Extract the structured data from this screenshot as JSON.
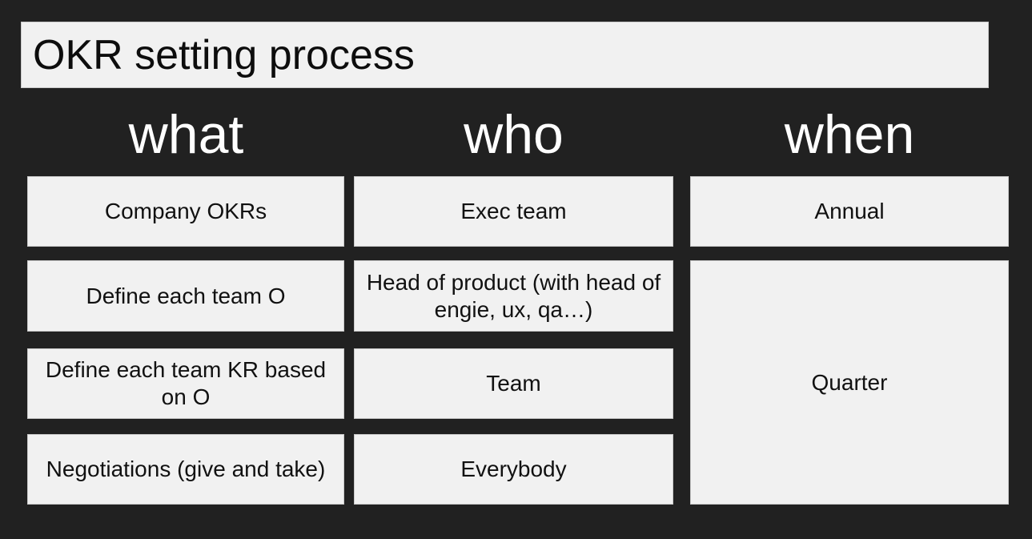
{
  "slide": {
    "title": "OKR setting process",
    "background_color": "#212121",
    "cell_color": "#f1f1f1",
    "header_text_color": "#ffffff",
    "body_text_color": "#111111"
  },
  "table": {
    "headers": [
      "what",
      "who",
      "when"
    ],
    "rows": [
      {
        "what": "Company OKRs",
        "who": "Exec team",
        "when": "Annual"
      },
      {
        "what": "Define each team O",
        "who": "Head of product (with head of engie, ux, qa…)",
        "when": "Quarter"
      },
      {
        "what": "Define each team KR based on O",
        "who": "Team"
      },
      {
        "what": "Negotiations (give and take)",
        "who": "Everybody"
      }
    ]
  }
}
